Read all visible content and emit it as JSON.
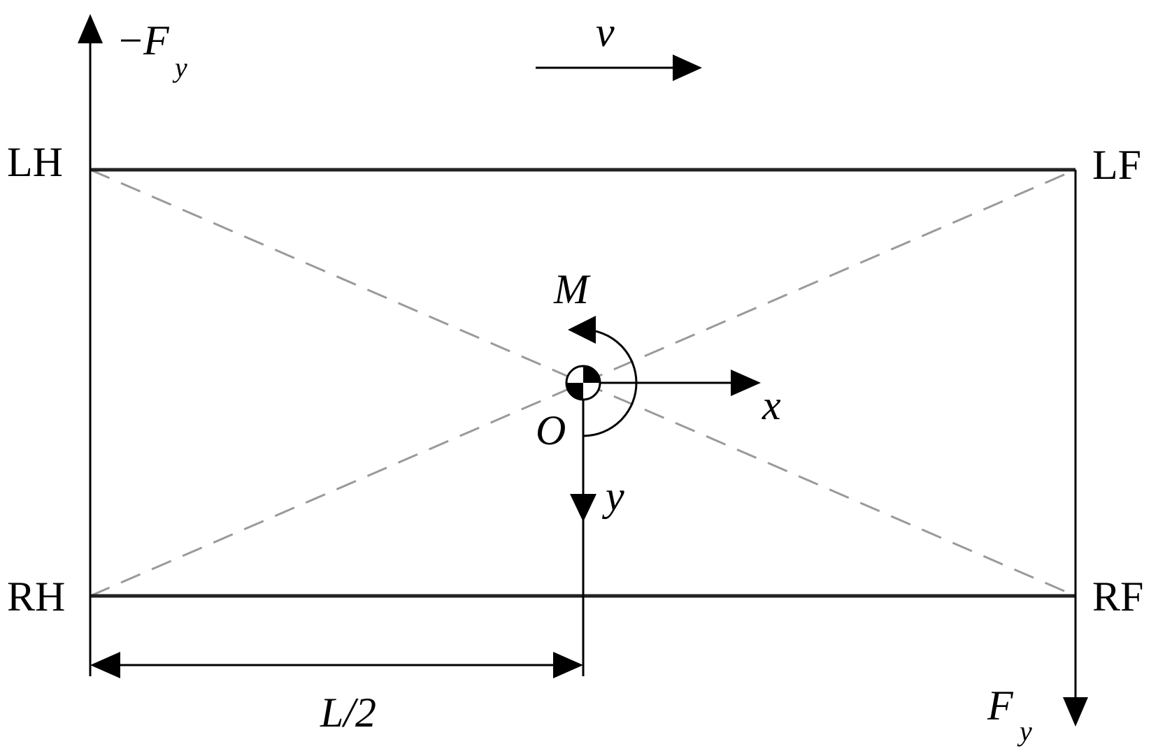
{
  "corners": {
    "left_hind": "LH",
    "left_front": "LF",
    "right_hind": "RH",
    "right_front": "RF"
  },
  "velocity_label": "v",
  "moment_label": "M",
  "origin_label": "O",
  "x_axis_label": "x",
  "y_axis_label": "y",
  "force_top": {
    "sign": "−",
    "symbol": "F",
    "subscript": "y"
  },
  "force_bottom": {
    "symbol": "F",
    "subscript": "y"
  },
  "dimension_label": "L/2"
}
